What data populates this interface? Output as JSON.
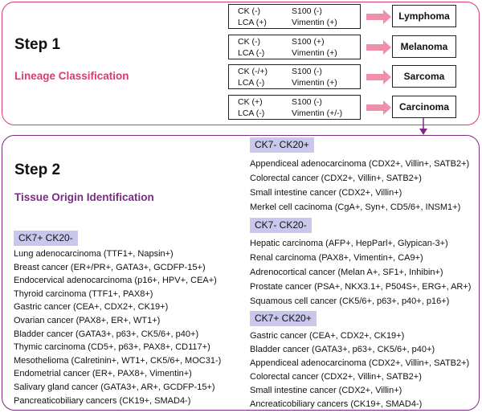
{
  "step1": {
    "title": "Step 1",
    "subtitle": "Lineage Classification",
    "rows": [
      {
        "ck": "CK (-)",
        "lca": "LCA (+)",
        "s100": "S100 (-)",
        "vimentin": "Vimentin (+)",
        "result": "Lymphoma"
      },
      {
        "ck": "CK (-)",
        "lca": "LCA (-)",
        "s100": "S100 (+)",
        "vimentin": "Vimentin (+)",
        "result": "Melanoma"
      },
      {
        "ck": "CK (-/+)",
        "lca": "LCA (-)",
        "s100": "S100 (-)",
        "vimentin": "Vimentin (+)",
        "result": "Sarcoma"
      },
      {
        "ck": "CK (+)",
        "lca": "LCA (-)",
        "s100": "S100 (-)",
        "vimentin": "Vimentin (+/-)",
        "result": "Carcinoma"
      }
    ]
  },
  "step2": {
    "title": "Step 2",
    "subtitle": "Tissue Origin Identification",
    "groups": [
      {
        "header": "CK7- CK20+",
        "items": [
          "Appendiceal adenocarcinoma (CDX2+, Villin+, SATB2+)",
          "Colorectal cancer (CDX2+, Villin+, SATB2+)",
          "Small intestine cancer (CDX2+, Villin+)",
          "Merkel cell cacinoma (CgA+, Syn+, CD5/6+, INSM1+)"
        ]
      },
      {
        "header": "CK7- CK20-",
        "items": [
          "Hepatic carcinoma (AFP+, HepParl+, Glypican-3+)",
          "Renal carcinoma (PAX8+, Vimentin+, CA9+)",
          "Adrenocortical cancer (Melan A+, SF1+, Inhibin+)",
          "Prostate cancer (PSA+, NKX3.1+, P504S+, ERG+, AR+)",
          "Squamous cell cancer (CK5/6+, p63+, p40+, p16+)"
        ]
      },
      {
        "header": "CK7+ CK20+",
        "items": [
          "Gastric cancer (CEA+, CDX2+, CK19+)",
          "Bladder cancer (GATA3+, p63+, CK5/6+, p40+)",
          "Appendiceal adenocarcinoma (CDX2+, Villin+, SATB2+)",
          "Colorectal cancer (CDX2+, Villin+, SATB2+)",
          "Small intestine cancer (CDX2+, Villin+)",
          "Ancreaticobiliary cancers (CK19+, SMAD4-)"
        ]
      },
      {
        "header": "CK7+ CK20-",
        "items": [
          "Lung adenocarcinoma (TTF1+, Napsin+)",
          "Breast cancer (ER+/PR+, GATA3+, GCDFP-15+)",
          "Endocervical adenocarcinoma (p16+, HPV+, CEA+)",
          "Thyroid carcinoma (TTF1+, PAX8+)",
          "Gastric cancer (CEA+, CDX2+, CK19+)",
          "Ovarian cancer (PAX8+, ER+, WT1+)",
          "Bladder cancer (GATA3+, p63+, CK5/6+, p40+)",
          "Thymic carcinoma (CD5+, p63+, PAX8+, CD117+)",
          "Mesothelioma (Calretinin+, WT1+, CK5/6+, MOC31-)",
          "Endometrial cancer (ER+, PAX8+, Vimentin+)",
          "Salivary gland cancer (GATA3+, AR+, GCDFP-15+)",
          "Pancreaticobiliary cancers (CK19+, SMAD4-)"
        ]
      }
    ]
  },
  "colors": {
    "step1_border": "#d43f6c",
    "step1_subtitle": "#d43f6c",
    "step2_border": "#7d2a86",
    "step2_subtitle": "#7d2a86",
    "arrow": "#ef8fa9",
    "group_header_bg": "#c9c8ec"
  }
}
